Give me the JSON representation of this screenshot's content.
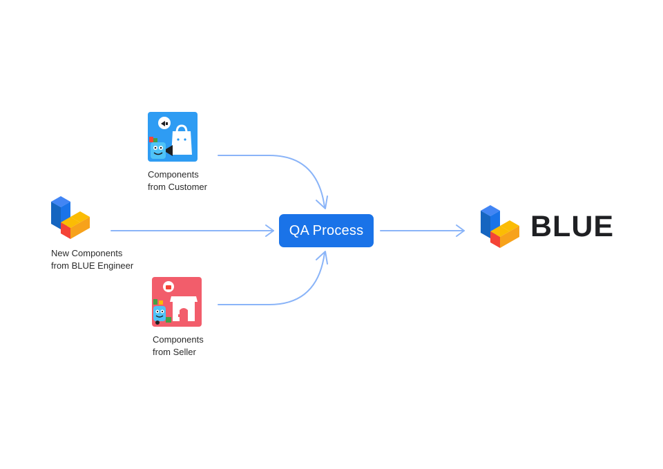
{
  "colors": {
    "accent": "#1a73e8",
    "connector": "#8ab4f8",
    "customer_bg": "#2196f3",
    "seller_bg": "#f25d6b",
    "logo_blue": "#1a73e8",
    "logo_red": "#f44336",
    "logo_orange": "#f7a21b"
  },
  "sources": {
    "customer": {
      "line1": "Components",
      "line2": "from Customer",
      "icon": "shopping-bag-icon"
    },
    "engineer": {
      "line1": "New Components",
      "line2": "from BLUE Engineer",
      "icon": "blue-logo-icon"
    },
    "seller": {
      "line1": "Components",
      "line2": "from Seller",
      "icon": "storefront-icon"
    }
  },
  "process": {
    "label": "QA Process"
  },
  "output": {
    "brand": "BLUE",
    "icon": "blue-logo-icon"
  }
}
